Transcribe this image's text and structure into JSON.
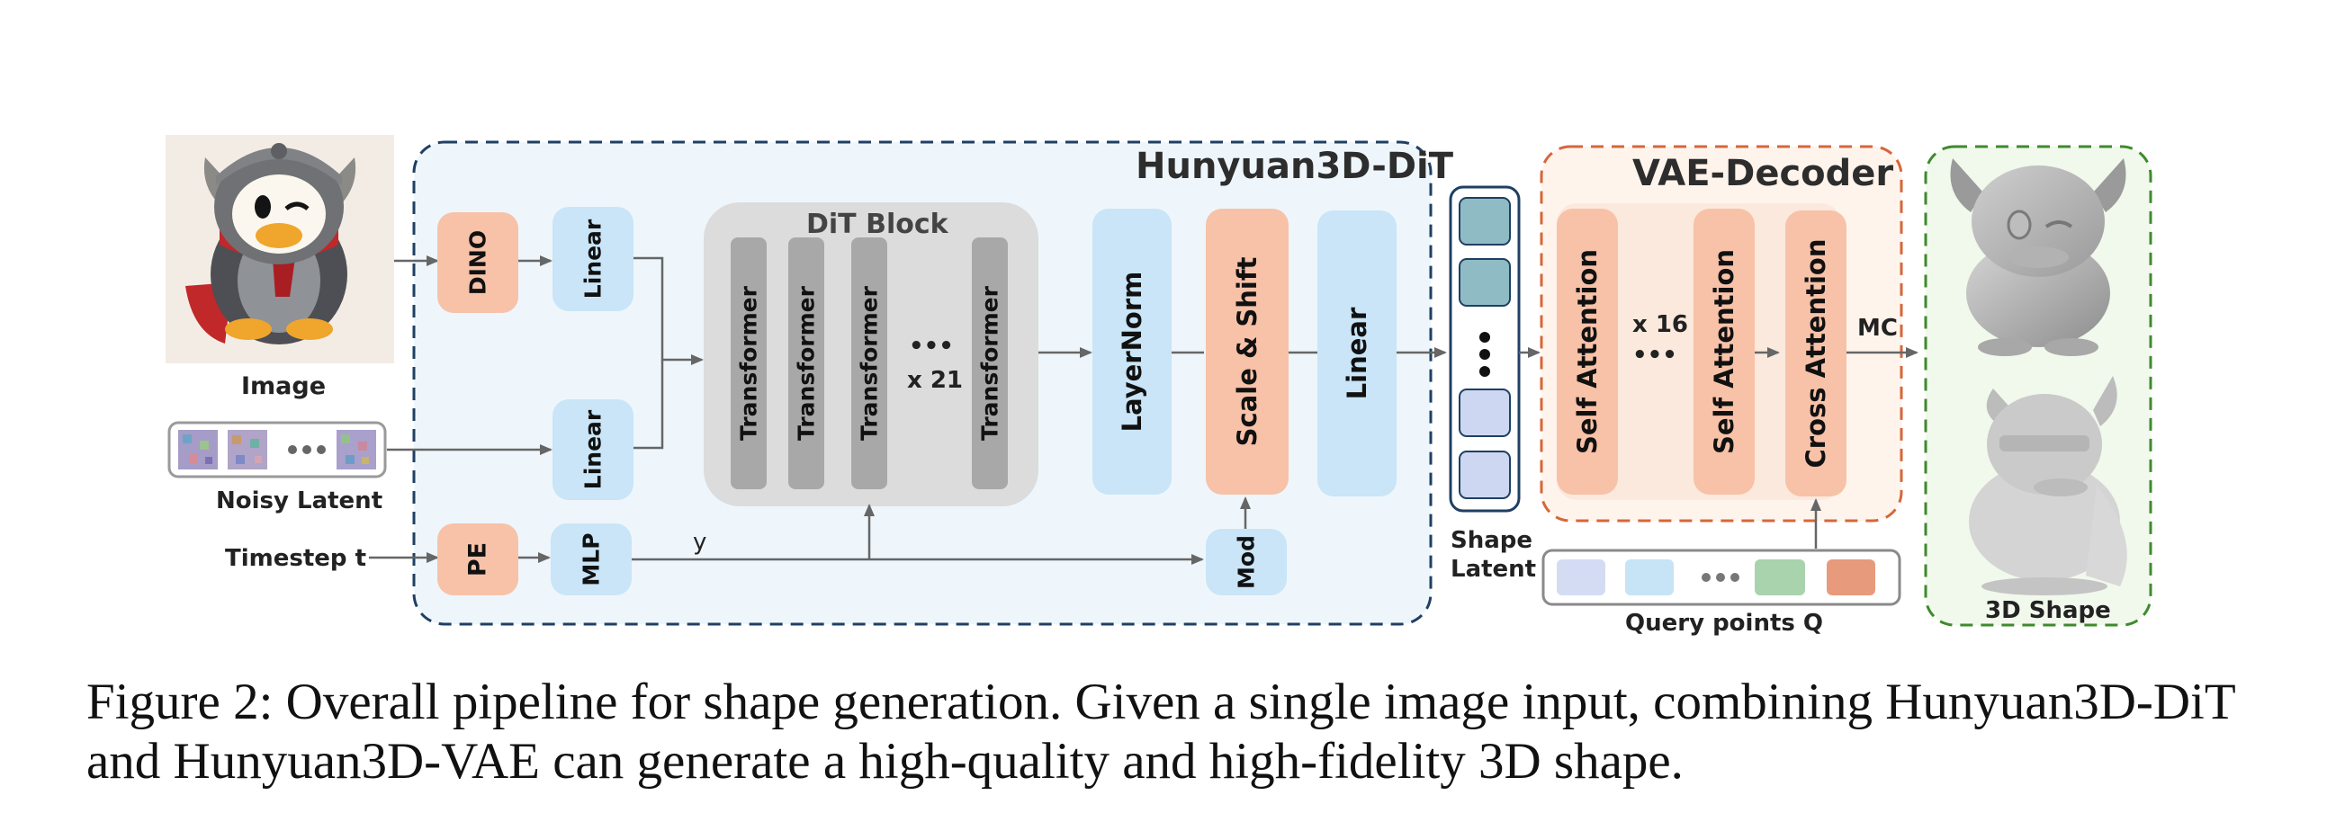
{
  "figure": {
    "image_label": "Image",
    "noisy_latent_label": "Noisy Latent",
    "timestep_label": "Timestep t",
    "dit_title": "Hunyuan3D-DiT",
    "dino": "DINO",
    "linear": "Linear",
    "pe": "PE",
    "mlp": "MLP",
    "y_label": "y",
    "dit_block_title": "DiT Block",
    "transformer": "Transformer",
    "dots": "•••",
    "repeat_21": "x 21",
    "layernorm": "LayerNorm",
    "scale_shift": "Scale & Shift",
    "mod": "Mod",
    "shape_latent_label_1": "Shape",
    "shape_latent_label_2": "Latent",
    "vae_title": "VAE-Decoder",
    "self_attention": "Self Attention",
    "repeat_16": "x 16",
    "cross_attention": "Cross Attention",
    "mc": "MC",
    "query_points": "Query points Q",
    "shape_3d_label": "3D Shape",
    "colors": {
      "dit_bg": "#eef6fc",
      "dit_border": "#1f3f63",
      "orange": "#f7c2a8",
      "blue": "#c9e5f7",
      "gray_block": "#dcdcdc",
      "gray_bar": "#a8a8a8",
      "teal": "#8fbcc4",
      "vae_border": "#d5673a",
      "vae_bg": "#fff4ec",
      "green_border": "#3f8a2e",
      "green_bg": "#f1f8ec"
    }
  },
  "caption": "Figure 2: Overall pipeline for shape generation. Given a single image input, combining Hunyuan3D-DiT and Hunyuan3D-VAE can generate a high-quality and high-fidelity 3D shape."
}
